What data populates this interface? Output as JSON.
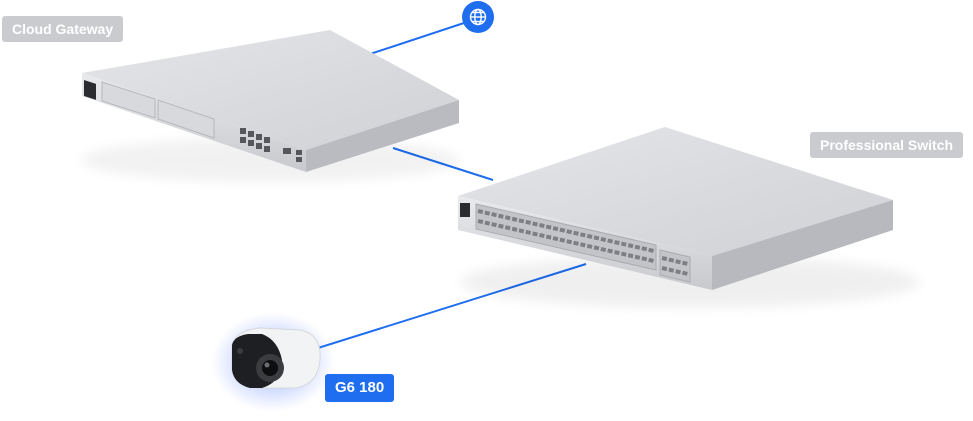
{
  "labels": {
    "cloud_gateway": "Cloud Gateway",
    "professional_switch": "Professional Switch",
    "camera": "G6 180"
  },
  "icons": {
    "internet": "globe-icon"
  },
  "colors": {
    "link": "#1f6ef0",
    "internet_badge": "#1f6ef0",
    "label_grey": "#c9cbcf",
    "camera_glow": "#4f7bff"
  },
  "connections": [
    {
      "from": "internet",
      "to": "cloud_gateway"
    },
    {
      "from": "cloud_gateway",
      "to": "professional_switch"
    },
    {
      "from": "professional_switch",
      "to": "camera"
    }
  ]
}
